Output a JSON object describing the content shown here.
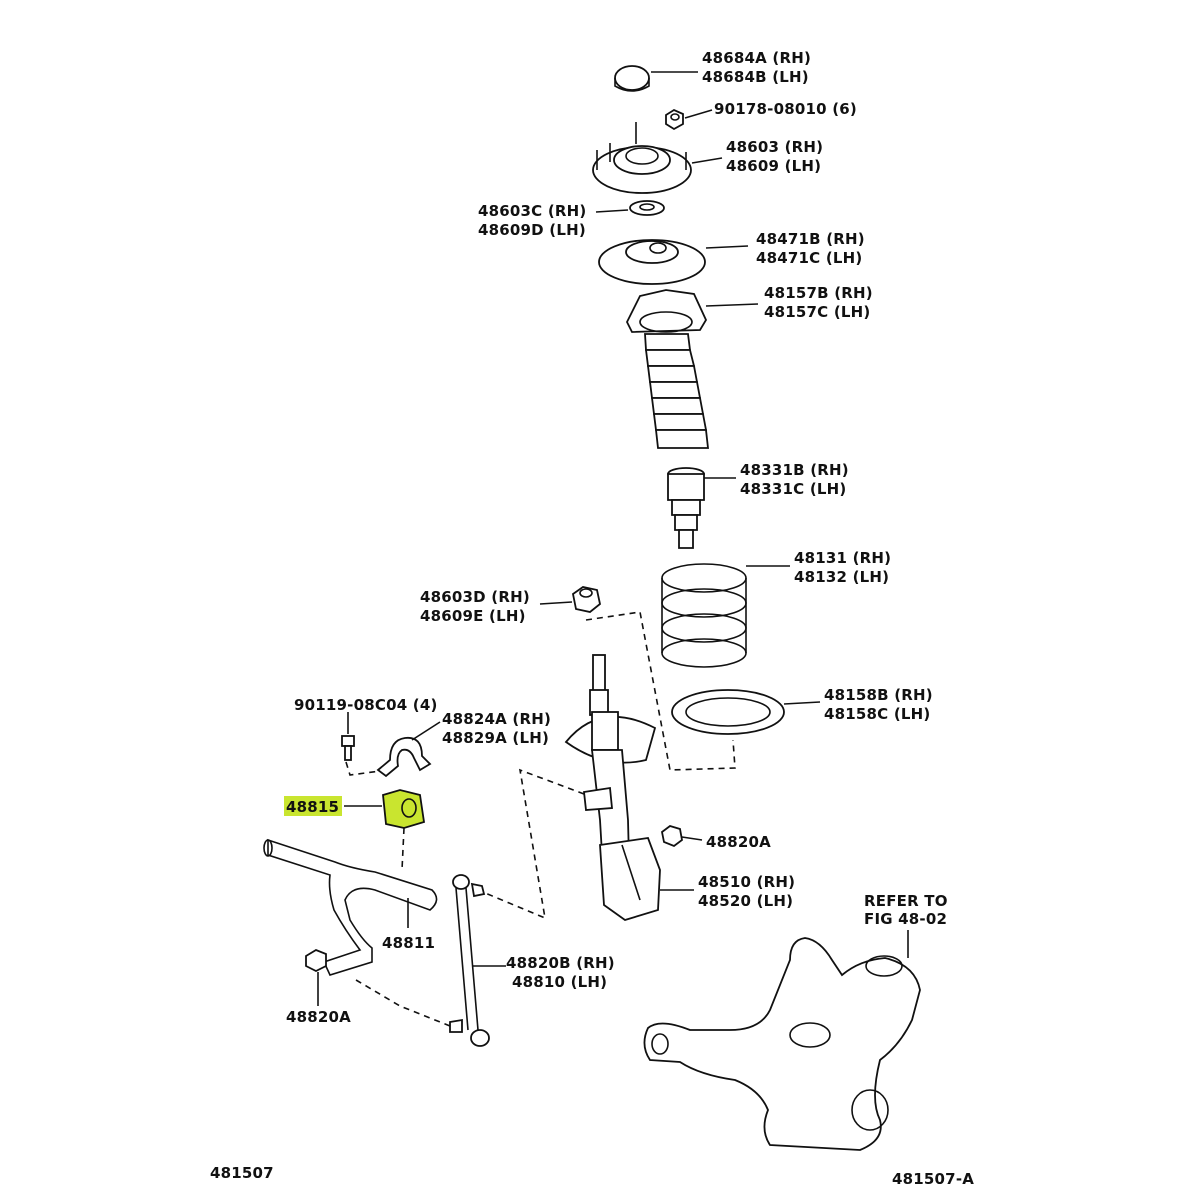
{
  "highlight_color": "#c9e52f",
  "parts": {
    "p48684": {
      "line1": "48684A (RH)",
      "line2": "48684B (LH)"
    },
    "p90178": {
      "line1": "90178-08010 (6)"
    },
    "p48603": {
      "line1": "48603 (RH)",
      "line2": "48609 (LH)"
    },
    "p48603c": {
      "line1": "48603C (RH)",
      "line2": "48609D (LH)"
    },
    "p48471": {
      "line1": "48471B (RH)",
      "line2": "48471C (LH)"
    },
    "p48157": {
      "line1": "48157B (RH)",
      "line2": "48157C (LH)"
    },
    "p48331": {
      "line1": "48331B (RH)",
      "line2": "48331C (LH)"
    },
    "p48131": {
      "line1": "48131 (RH)",
      "line2": "48132 (LH)"
    },
    "p48603d": {
      "line1": "48603D (RH)",
      "line2": "48609E (LH)"
    },
    "p48158": {
      "line1": "48158B (RH)",
      "line2": "48158C (LH)"
    },
    "p90119": {
      "line1": "90119-08C04 (4)"
    },
    "p48824": {
      "line1": "48824A (RH)",
      "line2": "48829A (LH)"
    },
    "p48815": {
      "line1": "48815"
    },
    "p48820a_right": {
      "line1": "48820A"
    },
    "p48510": {
      "line1": "48510 (RH)",
      "line2": "48520 (LH)"
    },
    "p48811": {
      "line1": "48811"
    },
    "p48820b": {
      "line1": "48820B (RH)",
      "line2": "48810  (LH)"
    },
    "p48820a_left": {
      "line1": "48820A"
    },
    "refer": {
      "line1": "REFER TO",
      "line2": "FIG 48-02"
    }
  },
  "footer": {
    "left": "481507",
    "right": "481507-A"
  }
}
